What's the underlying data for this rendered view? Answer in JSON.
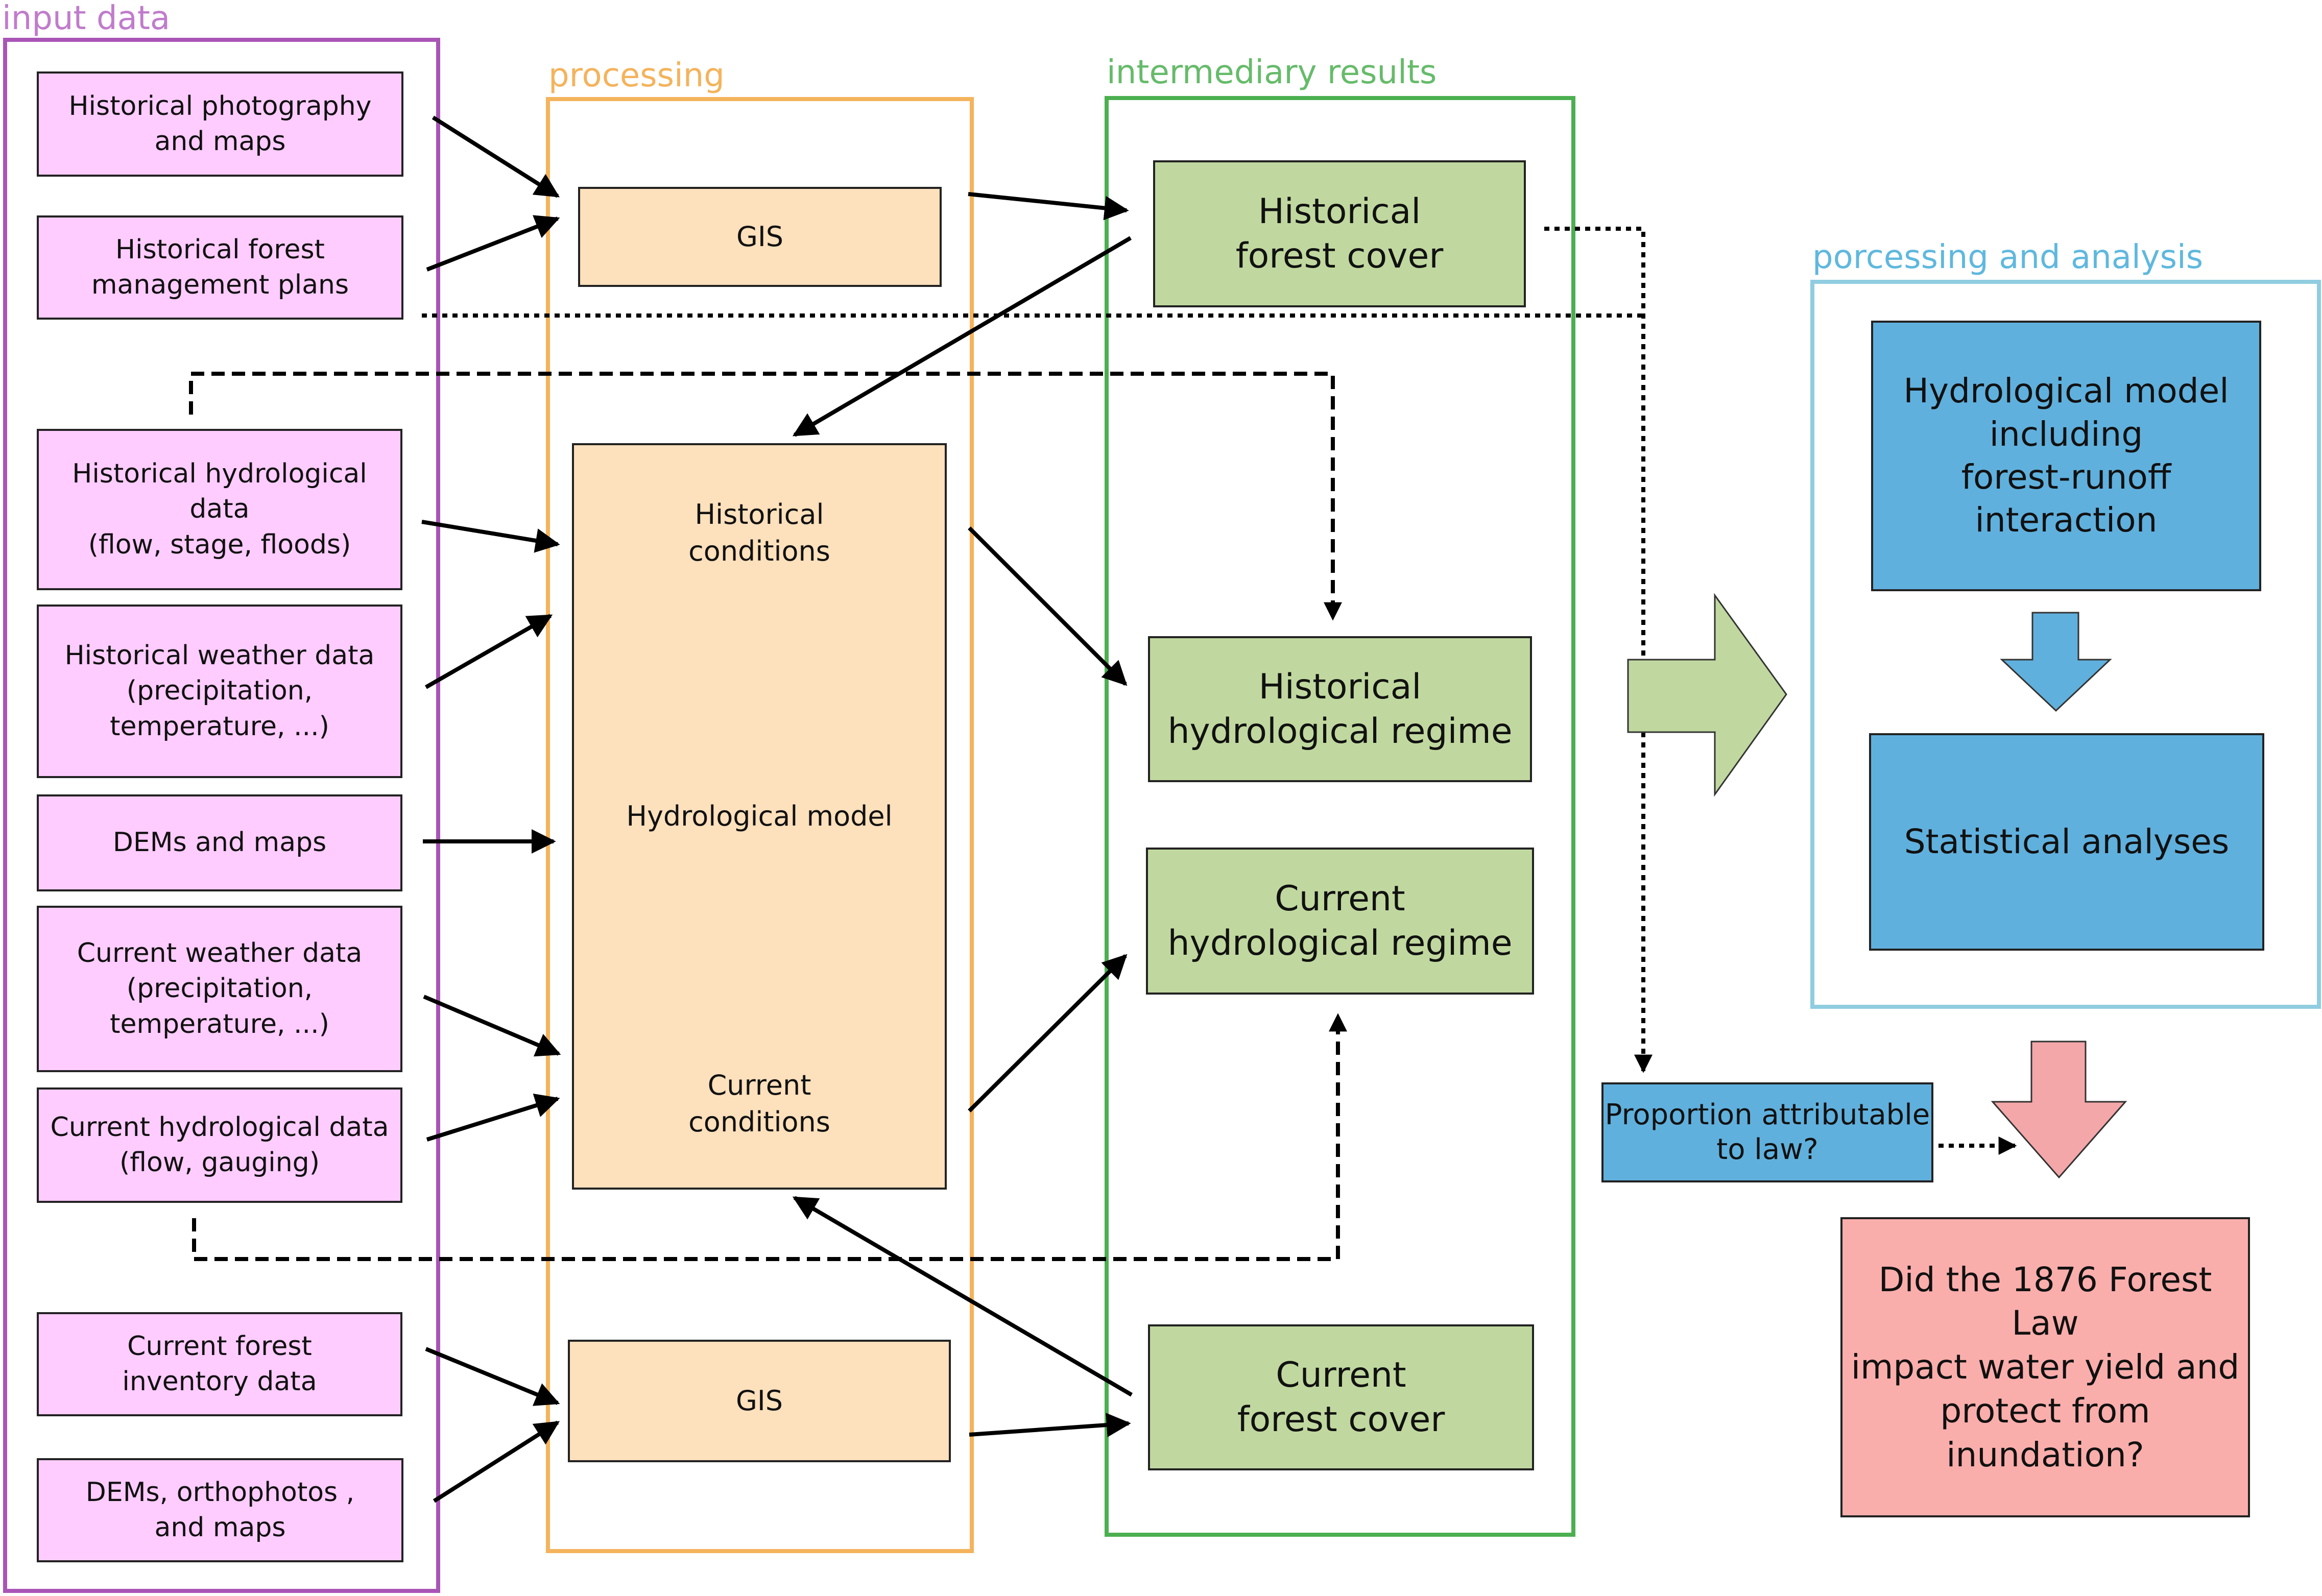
{
  "groups": {
    "input": {
      "label": "input data",
      "color": "#a855b5"
    },
    "processing": {
      "label": "processing",
      "color": "#f4b35c"
    },
    "intermediary": {
      "label": "intermediary results",
      "color": "#4caf50"
    },
    "analysis": {
      "label": "porcessing and analysis",
      "color": "#90cde0"
    }
  },
  "inputs": {
    "hist_photo": "Historical photography\nand maps",
    "hist_forest_plans": "Historical forest\nmanagement plans",
    "hist_hydro": "Historical hydrological data\n(flow, stage, floods)",
    "hist_weather": "Historical weather data\n(precipitation,\ntemperature, ...)",
    "dems_maps": "DEMs and maps",
    "curr_weather": "Current weather data\n(precipitation,\ntemperature, ...)",
    "curr_hydro": "Current hydrological data\n(flow, gauging)",
    "curr_forest_inv": "Current forest\ninventory data",
    "dems_ortho": "DEMs, orthophotos ,\nand maps"
  },
  "processing": {
    "gis_top": "GIS",
    "hydro_model": "Hydrological model",
    "hist_conditions": "Historical\nconditions",
    "curr_conditions": "Current\nconditions",
    "gis_bottom": "GIS"
  },
  "results": {
    "hist_forest_cover": "Historical\nforest cover",
    "hist_regime": "Historical\nhydrological regime",
    "curr_regime": "Current\nhydrological regime",
    "curr_forest_cover": "Current\nforest cover"
  },
  "analysis": {
    "hydro_model_forest": "Hydrological model\nincluding\nforest-runoff interaction",
    "statistical": "Statistical analyses"
  },
  "proportion": "Proportion attributable\nto law?",
  "question": "Did the 1876 Forest Law\nimpact water yield and\nprotect from inundation?",
  "colors": {
    "input_fill": "#ffccff",
    "processing_fill": "#fde0bc",
    "result_fill": "#c0d89f",
    "analysis_fill": "#60b0dd",
    "question_fill": "#faaeab",
    "big_arrow_green": "#c0d89f",
    "big_arrow_pink": "#f4a7a9",
    "small_arrow_blue": "#60b0dd"
  }
}
